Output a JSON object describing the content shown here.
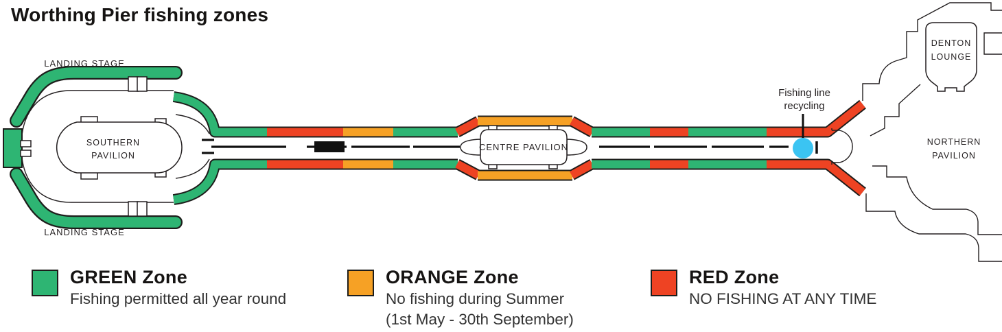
{
  "title": "Worthing Pier fishing zones",
  "colors": {
    "green": "#2eb573",
    "orange": "#f6a125",
    "red": "#ee4323",
    "blue": "#3bc4f2",
    "ink": "#231f20"
  },
  "pier": {
    "landing_stage_top": "LANDING STAGE",
    "landing_stage_bottom": "LANDING STAGE",
    "southern_pavilion": {
      "line1": "SOUTHERN",
      "line2": "PAVILION"
    },
    "centre_pavilion": "CENTRE PAVILION",
    "denton_lounge": {
      "line1": "DENTON",
      "line2": "LOUNGE"
    },
    "northern_pavilion": {
      "line1": "NORTHERN",
      "line2": "PAVILION"
    },
    "recycling_label": {
      "line1": "Fishing line",
      "line2": "recycling"
    }
  },
  "legend": {
    "items": [
      {
        "id": "green",
        "name": "GREEN Zone",
        "desc1": "Fishing permitted all year round"
      },
      {
        "id": "orange",
        "name": "ORANGE Zone",
        "desc1": "No fishing during Summer",
        "desc2": "(1st May - 30th September)"
      },
      {
        "id": "red",
        "name": "RED Zone",
        "desc1": "NO FISHING AT ANY TIME"
      }
    ]
  }
}
